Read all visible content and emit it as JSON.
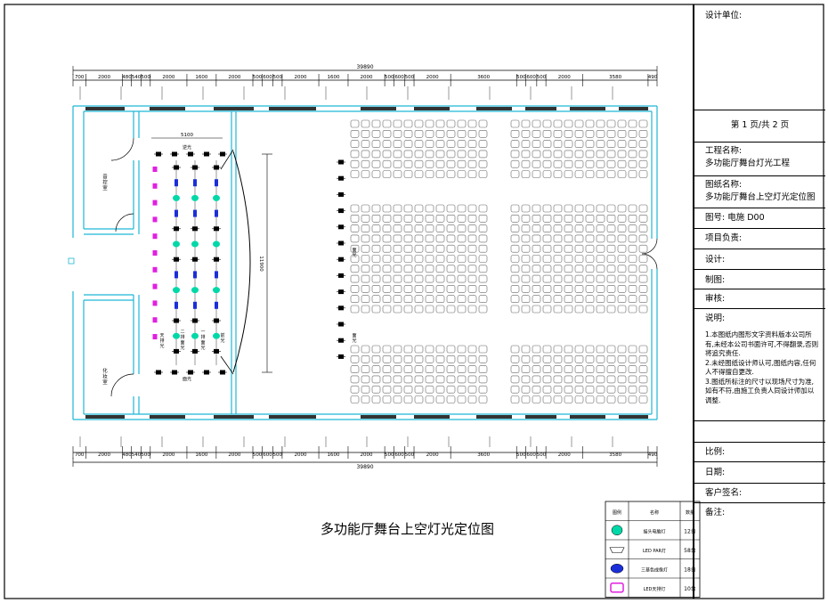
{
  "drawing": {
    "title": "多功能厅舞台上空灯光定位图",
    "overall_dim": "39890",
    "dims": [
      "700",
      "2000",
      "480",
      "540",
      "500",
      "2000",
      "1600",
      "2000",
      "500",
      "600",
      "500",
      "2000",
      "1600",
      "2000",
      "500",
      "600",
      "500",
      "2000",
      "3600",
      "500",
      "600",
      "500",
      "2000",
      "3580",
      "490"
    ],
    "top_width": "5100",
    "depth": "11900",
    "labels": {
      "room_upper": "音控室",
      "room_lower": "化妆室",
      "stage_top": "逆光",
      "stage_bottom": "面光",
      "pipe_face": "面光",
      "col1": "天排光",
      "col2": "二排面光",
      "col3": "一排面光",
      "col4": "前光",
      "side_label": "面光"
    }
  },
  "legend": {
    "headers": [
      "图例",
      "名称",
      "数量"
    ],
    "rows": [
      {
        "icon": "moving-head-icon",
        "name": "摇头电脑灯",
        "qty": "12台"
      },
      {
        "icon": "led-par-icon",
        "name": "LED PAR灯",
        "qty": "58台"
      },
      {
        "icon": "profile-spot-icon",
        "name": "三基色成像灯",
        "qty": "18台"
      },
      {
        "icon": "led-flood-icon",
        "name": "LED天排灯",
        "qty": "10台"
      }
    ]
  },
  "titleblock": {
    "design_unit": "设计单位:",
    "page": "第 1 页/共 2 页",
    "project_label": "工程名称:",
    "project": "多功能厅舞台灯光工程",
    "drawing_label": "图纸名称:",
    "drawing_name": "多功能厅舞台上空灯光定位图",
    "drawing_no": "图号: 电施 D00",
    "pm": "项目负责:",
    "design": "设计:",
    "drafter": "制图:",
    "review": "审核:",
    "notes_label": "说明:",
    "notes": [
      "1.本图纸内图形文字资料版本公司所有,未经本公司书面许可,不得翻录,否则将追究责任.",
      "2.未经图纸设计师认可,图纸内容,任何人不得擅自更改.",
      "3.图纸所标注的尺寸以现场尺寸为准,如有不符,由施工负责人同设计师加以调整."
    ],
    "scale": "比例:",
    "date": "日期:",
    "client": "客户签名:",
    "remarks": "备注:"
  },
  "colors": {
    "wall": "#1fb6d6",
    "moving_head": "#00d8a8",
    "led_par": "#000000",
    "profile": "#1b2fd8",
    "led_flood": "#e020e0"
  }
}
